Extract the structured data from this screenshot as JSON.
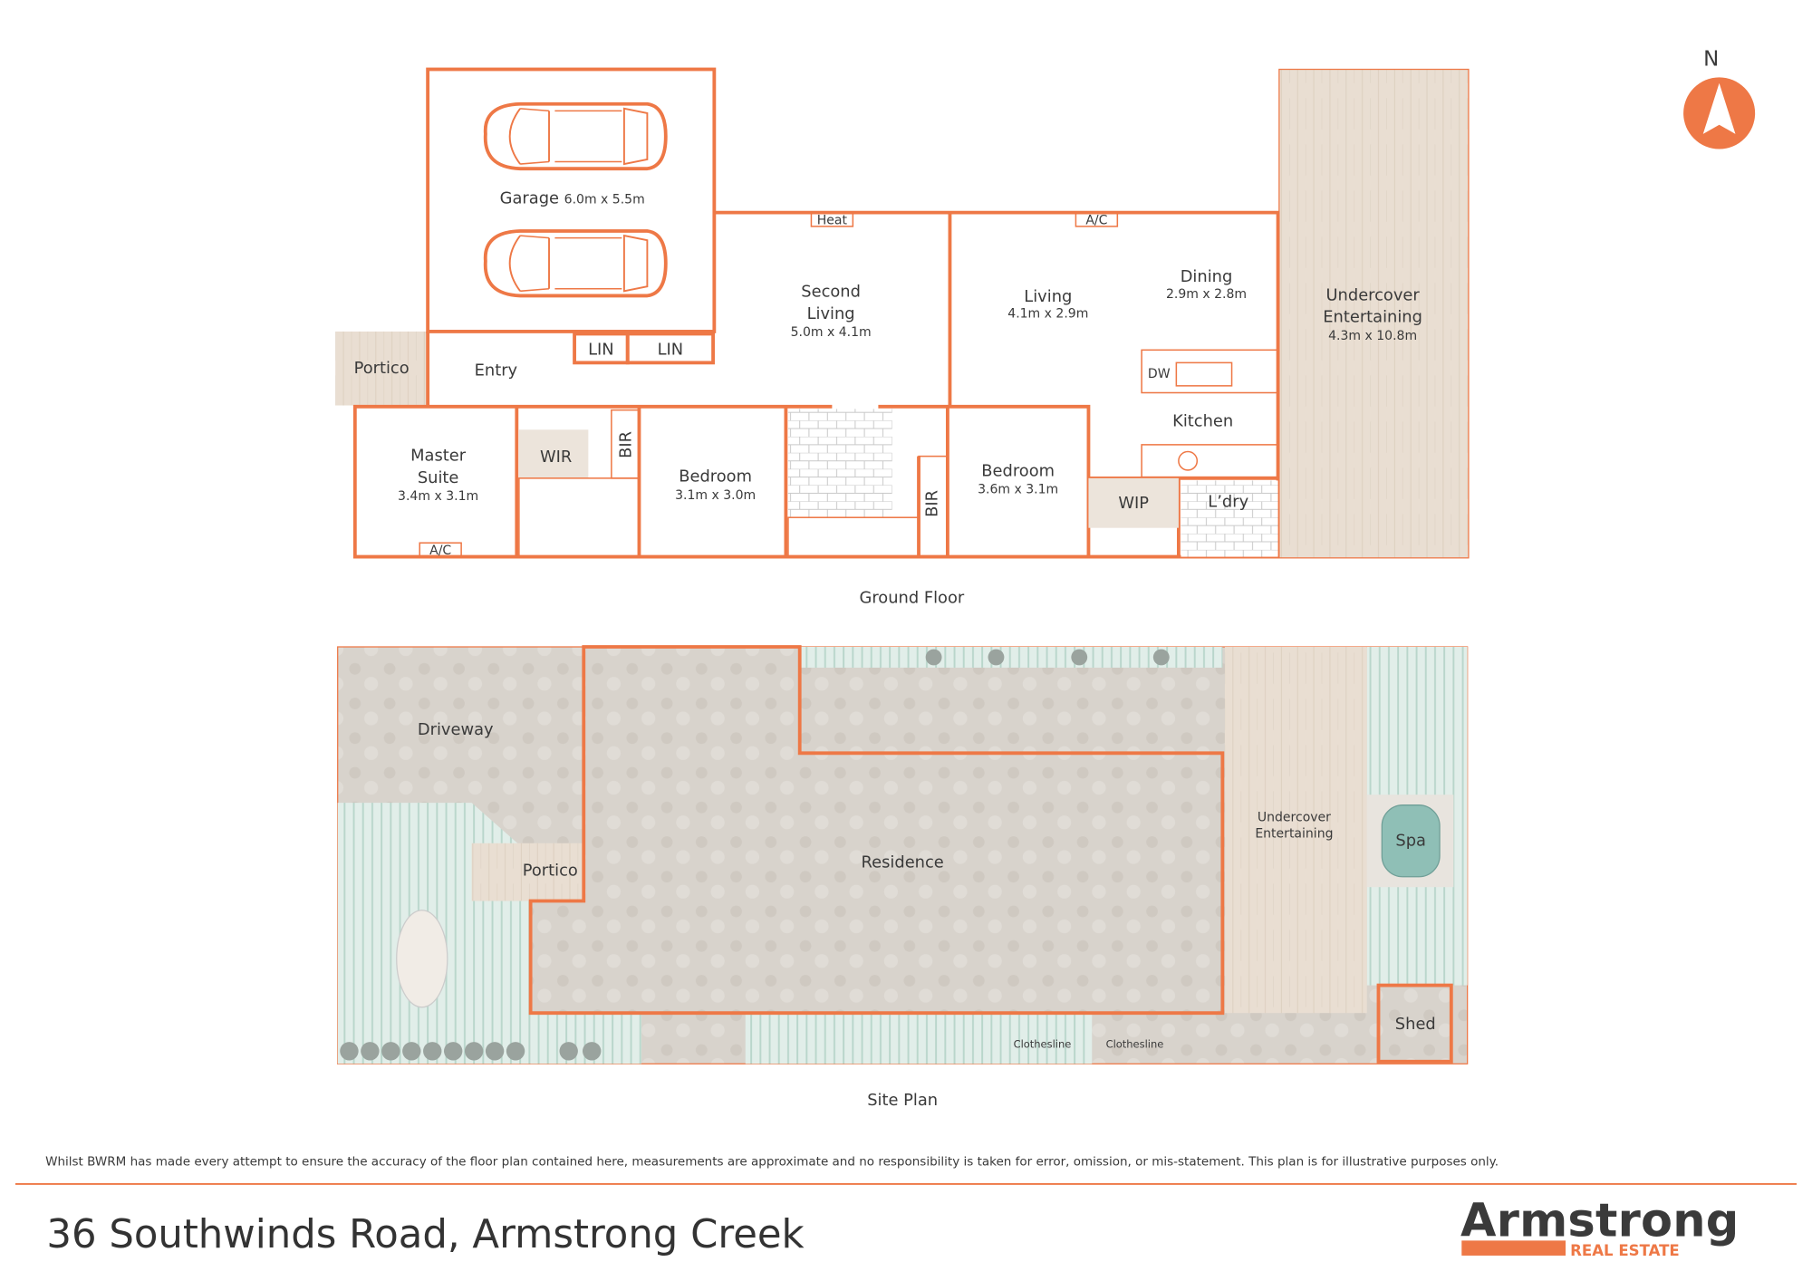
{
  "colors": {
    "accent": "#ee7846",
    "timber": "#e9ded2",
    "stone": "#d8d3cc",
    "lawn": "#d4e6df",
    "spa": "#8fbfb6",
    "text": "#3a3a3a"
  },
  "compass": {
    "label": "N",
    "icon": "north-arrow-icon"
  },
  "ground_floor": {
    "title": "Ground Floor",
    "rooms": {
      "garage": {
        "name": "Garage",
        "size": "6.0m x 5.5m"
      },
      "portico": {
        "name": "Portico"
      },
      "entry": {
        "name": "Entry"
      },
      "lin1": {
        "name": "LIN"
      },
      "lin2": {
        "name": "LIN"
      },
      "second_living": {
        "name1": "Second",
        "name2": "Living",
        "size": "5.0m x 4.1m"
      },
      "living": {
        "name": "Living",
        "size": "4.1m x 2.9m"
      },
      "dining": {
        "name": "Dining",
        "size": "2.9m x 2.8m"
      },
      "undercover": {
        "name1": "Undercover",
        "name2": "Entertaining",
        "size": "4.3m x 10.8m"
      },
      "kitchen": {
        "name": "Kitchen",
        "dw": "DW"
      },
      "master": {
        "name1": "Master",
        "name2": "Suite",
        "size": "3.4m x 3.1m"
      },
      "wir": {
        "name": "WIR"
      },
      "bir1": {
        "name": "BIR"
      },
      "bedroom1": {
        "name": "Bedroom",
        "size": "3.1m x 3.0m"
      },
      "bir2": {
        "name": "BIR"
      },
      "bedroom2": {
        "name": "Bedroom",
        "size": "3.6m x 3.1m"
      },
      "wip": {
        "name": "WIP"
      },
      "laundry": {
        "name": "L’dry"
      }
    },
    "tags": {
      "heat": "Heat",
      "ac1": "A/C",
      "ac2": "A/C"
    }
  },
  "site_plan": {
    "title": "Site Plan",
    "areas": {
      "driveway": "Driveway",
      "residence": "Residence",
      "portico": "Portico",
      "undercover1": "Undercover",
      "undercover2": "Entertaining",
      "spa": "Spa",
      "shed": "Shed",
      "clothesline1": "Clothesline",
      "clothesline2": "Clothesline"
    }
  },
  "footer": {
    "disclaimer": "Whilst BWRM  has made every attempt to ensure the accuracy of the floor plan contained here, measurements are approximate and no responsibility is taken for error, omission, or mis-statement. This plan is for illustrative purposes only.",
    "address": "36 Southwinds Road, Armstrong Creek",
    "logo_main": "Armstrong",
    "logo_sub": "REAL ESTATE"
  }
}
